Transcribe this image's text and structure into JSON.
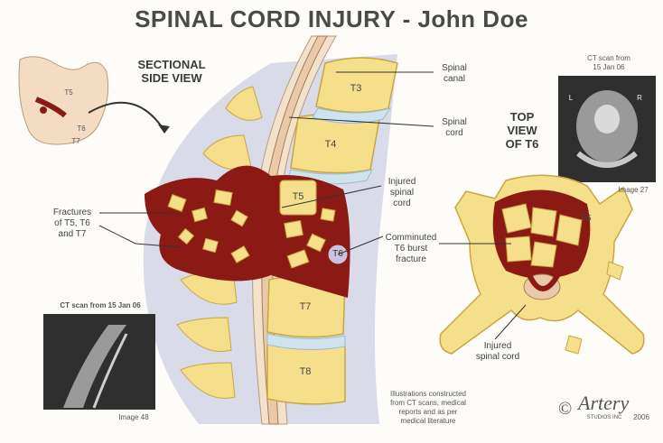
{
  "title": "SPINAL CORD INJURY - John Doe",
  "labels": {
    "sectional_view_line1": "SECTIONAL",
    "sectional_view_line2": "SIDE VIEW",
    "spinal_canal_line1": "Spinal",
    "spinal_canal_line2": "canal",
    "spinal_cord_line1": "Spinal",
    "spinal_cord_line2": "cord",
    "injured_cord_line1": "Injured",
    "injured_cord_line2": "spinal",
    "injured_cord_line3": "cord",
    "comminuted_line1": "Comminuted",
    "comminuted_line2": "T6 burst",
    "comminuted_line3": "fracture",
    "fractures_line1": "Fractures",
    "fractures_line2": "of T5, T6",
    "fractures_line3": "and T7",
    "top_view_line1": "TOP",
    "top_view_line2": "VIEW",
    "top_view_line3": "OF T6",
    "injured_cord_top_line1": "Injured",
    "injured_cord_top_line2": "spinal cord",
    "ct_top_line1": "CT scan from",
    "ct_top_line2": "15 Jan 06",
    "ct_top_image": "Image 27",
    "ct_bottom_caption": "CT scan from 15 Jan 06",
    "ct_bottom_image": "Image 48",
    "note_line1": "Illustrations constructed",
    "note_line2": "from CT scans, medical",
    "note_line3": "reports and as per",
    "note_line4": "medical literature",
    "copyright": "©",
    "logo_name": "Artery",
    "logo_sub": "STUDIOS INC",
    "year": "2006"
  },
  "vertebrae": {
    "t3": "T3",
    "t4": "T4",
    "t5": "T5",
    "t6": "T6",
    "t7": "T7",
    "t8": "T8"
  },
  "inset_labels": {
    "t5": "T5",
    "t6": "T6",
    "t7": "T7"
  },
  "top_vertebra_label": "T6",
  "ct_top_letters": {
    "left": "L",
    "right": "R"
  },
  "colors": {
    "bone": "#f5df8a",
    "bone_edge": "#c9a642",
    "disc": "#cfe3ee",
    "cord": "#e9c9a8",
    "blood": "#8b1a14",
    "background_tissue": "#d9dbe8"
  }
}
